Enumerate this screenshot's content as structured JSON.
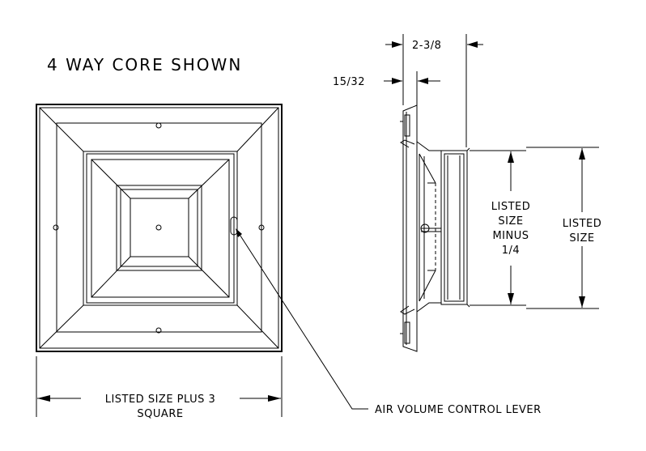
{
  "title": "4 WAY CORE SHOWN",
  "front_view": {
    "width_label_line1": "LISTED SIZE PLUS 3",
    "width_label_line2": "SQUARE",
    "lever_callout": "AIR VOLUME CONTROL LEVER"
  },
  "side_view": {
    "depth_overall": "2-3/8",
    "flange_thickness": "15/32",
    "neck_label": [
      "LISTED",
      "SIZE",
      "MINUS",
      "1/4"
    ],
    "listed_label": [
      "LISTED",
      "SIZE"
    ]
  }
}
